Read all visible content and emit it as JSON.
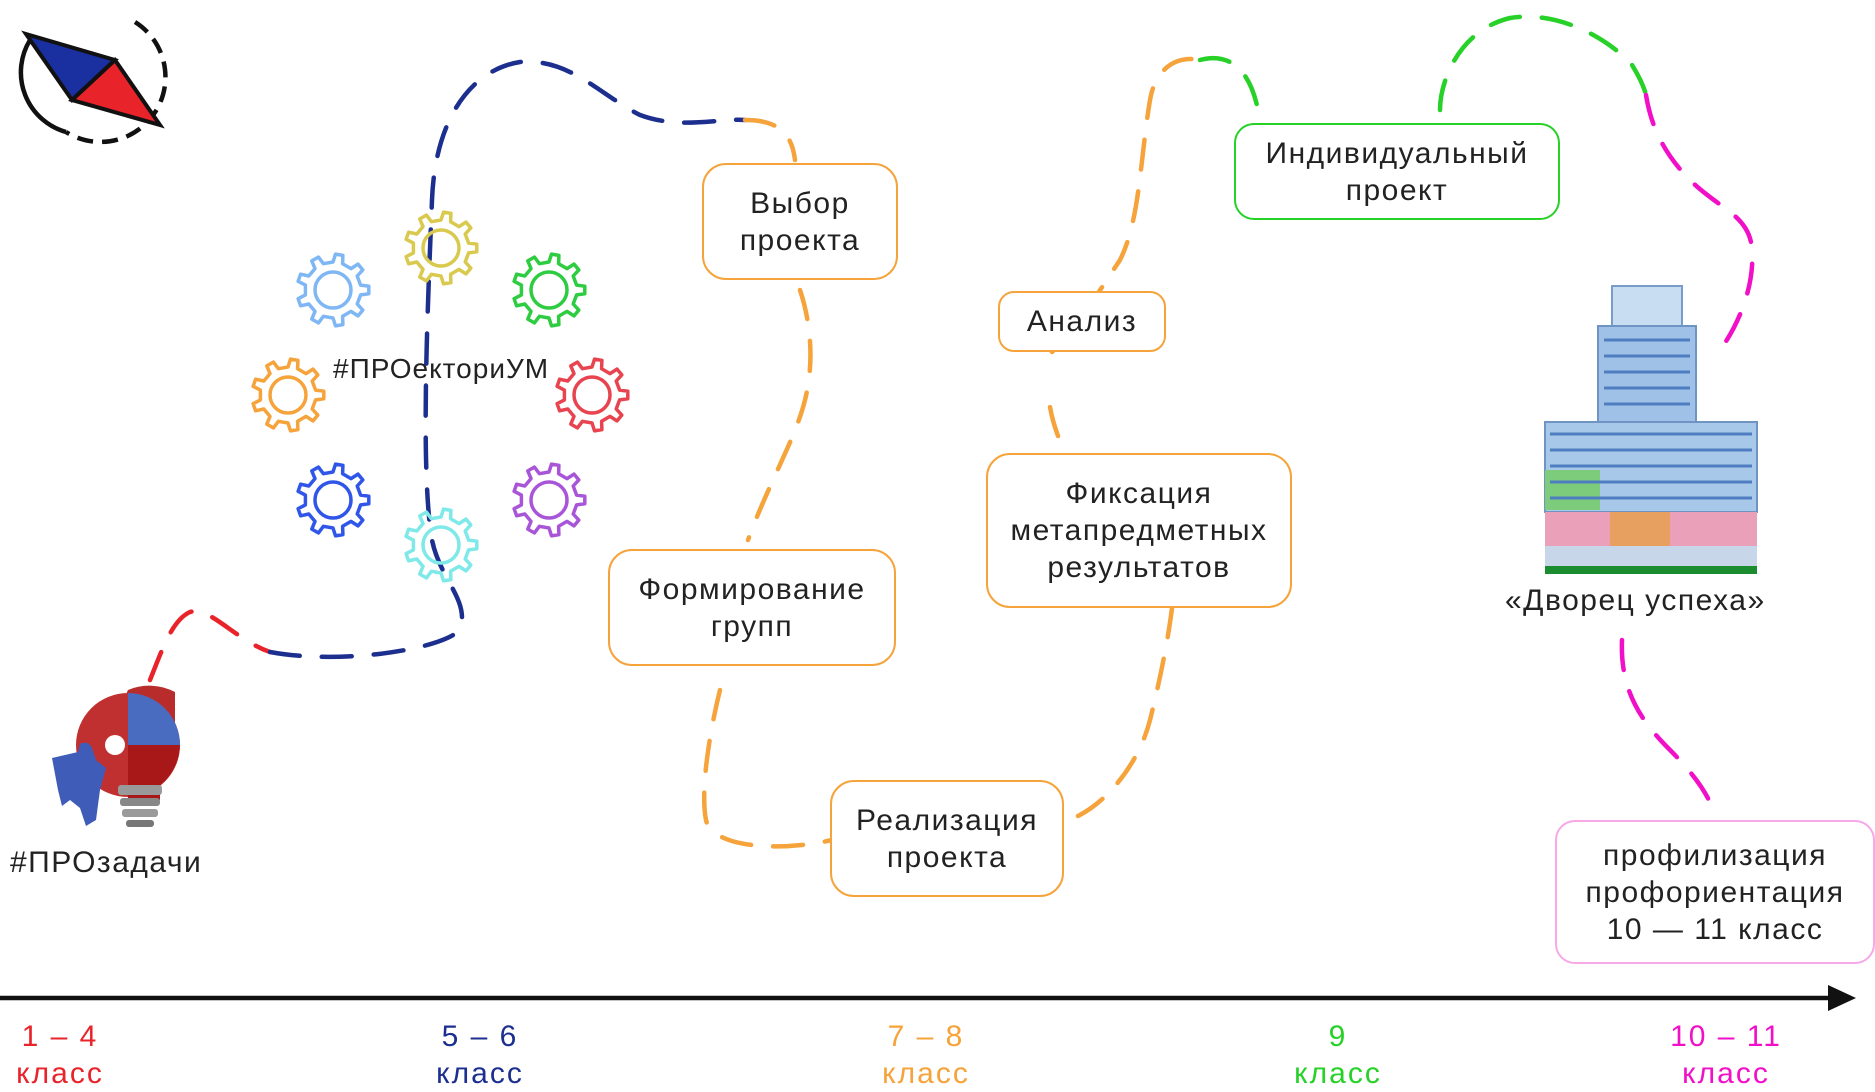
{
  "colors": {
    "red": "#e8232a",
    "blue": "#1c2f8f",
    "orange": "#f5a33a",
    "green": "#27d128",
    "pink": "#f20fc8",
    "black": "#111111"
  },
  "labels": {
    "pro_tasks": "#ПРОзадачи",
    "pro_ektorium": "#ПРОекториУМ",
    "palace": "«Дворец успеха»"
  },
  "boxes": {
    "choice": "Выбор\nпроекта",
    "groups": "Формирование\nгрупп",
    "realization": "Реализация\nпроекта",
    "analysis": "Анализ",
    "fixation": "Фиксация\nметапредметных\nрезультатов",
    "individual": "Индивидуальный\nпроект",
    "profiling": "профилизация\nпрофориентация\n10 — 11 класс"
  },
  "timeline": [
    {
      "range": "1 – 4",
      "unit": "класс",
      "color": "#e8232a"
    },
    {
      "range": "5 – 6",
      "unit": "класс",
      "color": "#1c2f8f"
    },
    {
      "range": "7 – 8",
      "unit": "класс",
      "color": "#f5a33a"
    },
    {
      "range": "9",
      "unit": "класс",
      "color": "#27d128"
    },
    {
      "range": "10 – 11",
      "unit": "класс",
      "color": "#f20fc8"
    }
  ],
  "icons": {
    "logo": "compass-logo-icon",
    "bulb": "puzzle-lightbulb-icon",
    "gears": "gears-cluster-icon",
    "building": "skyscraper-icon"
  },
  "gear_colors": [
    "#d9c94e",
    "#7fb7f5",
    "#2ecc40",
    "#f5a33a",
    "#e84450",
    "#2f56e8",
    "#a855d8",
    "#7fe8e8"
  ]
}
